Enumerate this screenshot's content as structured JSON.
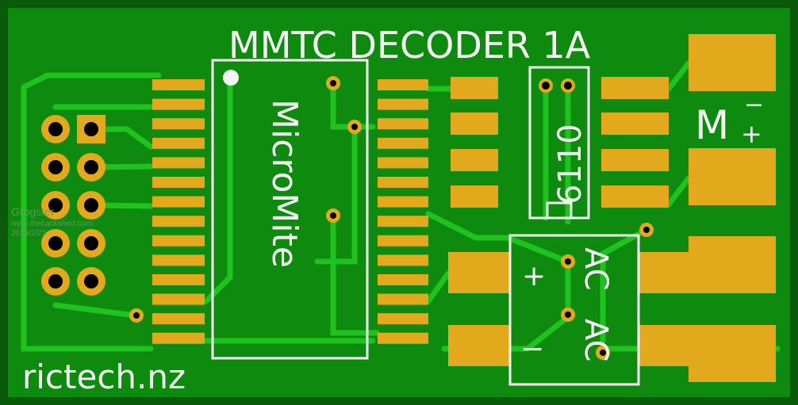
{
  "board": {
    "title": "MMTC DECODER 1A",
    "ic_label": "MicroMite",
    "opamp_label": "6110",
    "bridge_plus": "+",
    "bridge_minus": "−",
    "bridge_ac1": "AC",
    "bridge_ac2": "AC",
    "motor_label": "M",
    "motor_minus": "−",
    "motor_plus": "+",
    "website": "rictech.nz"
  },
  "watermark": {
    "author": "Grogster",
    "site": "www.thebackshed.com",
    "date": "2019/2/21"
  },
  "colors": {
    "board": "#0e8a0e",
    "trace": "#1fc21f",
    "pad": "#e2a91c",
    "silk": "#f4f4f4",
    "edge": "#0b5a0b"
  }
}
